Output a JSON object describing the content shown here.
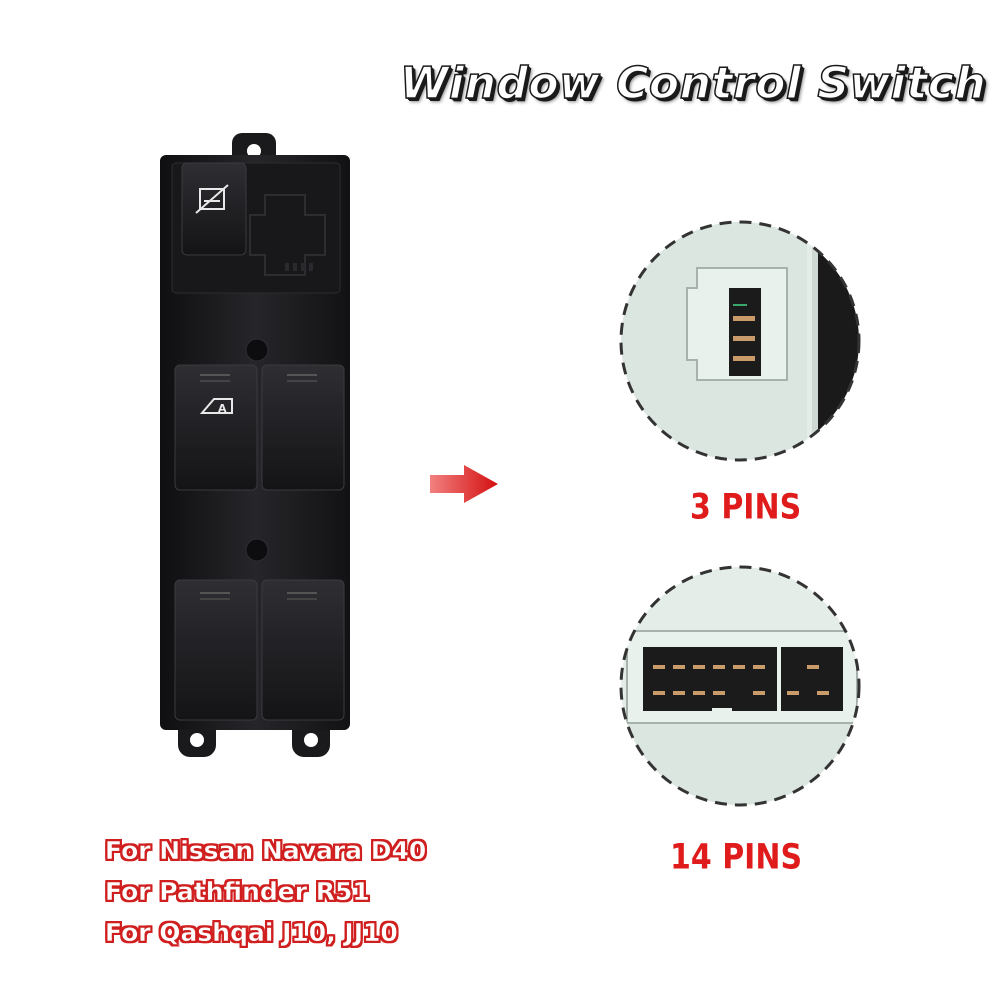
{
  "title": "Window Control Switch",
  "connectors": [
    {
      "label": "3 PINS"
    },
    {
      "label": "14 PINS"
    }
  ],
  "compatibility": [
    "For Nissan Navara D40",
    "For Pathfinder R51",
    "For Qashqai J10, JJ10"
  ],
  "switch_icons": {
    "lock_button": "window-lock-icon",
    "auto_button": "auto-window-icon"
  },
  "colors": {
    "title_fill": "#ffffff",
    "title_outline": "#1a1a1a",
    "accent_red": "#e01b1b",
    "switch_body": "#1c1c1e",
    "connector_housing": "#e6efea"
  }
}
